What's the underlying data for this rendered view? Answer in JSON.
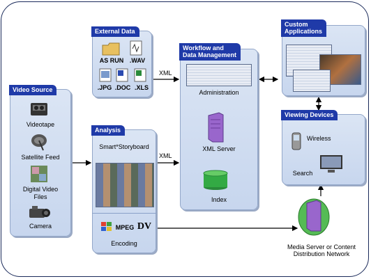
{
  "panels": {
    "video_source": {
      "title": "Video Source",
      "items": [
        "Videotape",
        "Satellite Feed",
        "Digital Video",
        "Files",
        "Camera"
      ]
    },
    "external_data": {
      "title": "External Data",
      "files": [
        "AS RUN",
        ".WAV",
        ".JPG",
        ".DOC",
        ".XLS"
      ]
    },
    "analysis": {
      "title": "Analysis",
      "product": "Smart*Storyboard",
      "codecs": [
        "MPEG",
        "DV"
      ],
      "encoding": "Encoding"
    },
    "workflow": {
      "title_line1": "Workflow and",
      "title_line2": "Data Management",
      "administration": "Administration",
      "xml_server": "XML Server",
      "index": "Index"
    },
    "custom_apps": {
      "title_line1": "Custom",
      "title_line2": "Applications"
    },
    "viewing_devices": {
      "title": "Viewing Devices",
      "wireless": "Wireless",
      "search": "Search"
    }
  },
  "connectors": {
    "xml_top": "XML",
    "xml_bottom": "XML"
  },
  "media_server": {
    "line1": "Media Server or Content",
    "line2": "Distribution Network"
  },
  "colors": {
    "title_bar": "#1f3aa8",
    "panel_fill": "#c7d6ee",
    "server_purple": "#9966cc",
    "database_green": "#33aa44",
    "globe_green": "#55bb55"
  }
}
